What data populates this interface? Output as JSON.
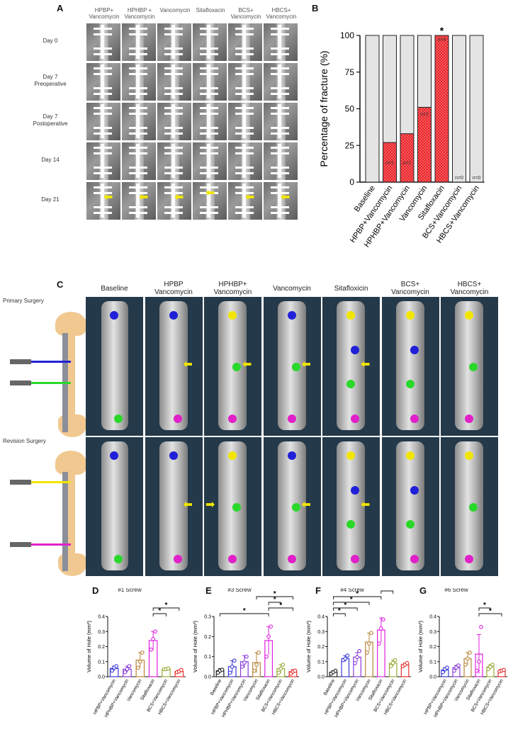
{
  "panels": {
    "A": "A",
    "B": "B",
    "C": "C",
    "D": "D",
    "E": "E",
    "F": "F",
    "G": "G"
  },
  "panelA": {
    "columns": [
      "HPBP+\nVancomycin",
      "HPHBP +\nVancomycin",
      "Vancomycin",
      "Sitafloxacin",
      "BCS+\nVancomycin",
      "HBCS+\nVancomycin"
    ],
    "rows": [
      "Day 0",
      "Day 7\nPreoperative",
      "Day 7\nPostoperative",
      "Day 14",
      "Day 21"
    ]
  },
  "panelC": {
    "columns": [
      "Baseline",
      "HPBP\nVancomycin",
      "HPHBP+\nVancomycin",
      "Vancomycin",
      "Sitafloxicin",
      "BCS+\nVancomycin",
      "HBCS+\nVancomycin"
    ],
    "primary_label": "Primary Surgery",
    "revision_label": "Revision Surgery"
  },
  "colors": {
    "red": "#e8202a",
    "grey": "#e4e4e4",
    "yellow": "#f2e600",
    "green": "#2ad82a",
    "blue": "#2020d8",
    "magenta": "#e020c8"
  },
  "chart_data": [
    {
      "panel": "B",
      "type": "bar",
      "stacked": true,
      "ylabel": "Percentage of fracture (%)",
      "ylim": [
        0,
        100
      ],
      "yticks": [
        0,
        25,
        50,
        75,
        100
      ],
      "categories": [
        "Baseline",
        "HPBP+Vancomycin",
        "HPHBP+Vancomycin",
        "Vancomycin",
        "Sitafloxacin",
        "BCS+Vancomycin",
        "HBCS+Vancomycin"
      ],
      "values": [
        0,
        27,
        33,
        51,
        100,
        0,
        0
      ],
      "n_labels": [
        "",
        "n=1",
        "n=1",
        "n=2",
        "n=4",
        "n=0",
        "n=0"
      ],
      "annotations": [
        {
          "category": "Sitafloxacin",
          "text": "*"
        }
      ]
    },
    {
      "panel": "D",
      "type": "bar",
      "title": "#1 Screw",
      "ylabel": "Volume of Hole (mm³)",
      "ylim": [
        0,
        0.4
      ],
      "yticks": [
        0.0,
        0.1,
        0.2,
        0.3,
        0.4
      ],
      "categories": [
        "HPBP+Vancomycin",
        "HPHBP+Vancomycin",
        "Vancomycin",
        "Sitafloxacin",
        "BCS+Vancomycin",
        "HBCS+Vancomycin"
      ],
      "values": [
        0.055,
        0.05,
        0.11,
        0.24,
        0.05,
        0.035
      ],
      "errors": [
        0.015,
        0.02,
        0.05,
        0.06,
        0.008,
        0.008
      ],
      "points": [
        [
          0.04,
          0.06,
          0.07
        ],
        [
          0.03,
          0.05,
          0.07
        ],
        [
          0.06,
          0.1,
          0.16
        ],
        [
          0.18,
          0.25,
          0.3
        ],
        [
          0.05,
          0.05,
          0.055
        ],
        [
          0.03,
          0.035,
          0.045
        ]
      ],
      "colors": [
        "#3a3ad8",
        "#8a3ad8",
        "#b8863a",
        "#e020e0",
        "#9aaa3a",
        "#e83030"
      ],
      "brackets": [
        [
          "Sitafloxacin",
          "BCS+Vancomycin"
        ],
        [
          "Sitafloxacin",
          "HBCS+Vancomycin"
        ]
      ]
    },
    {
      "panel": "E",
      "type": "bar",
      "title": "#3 Screw",
      "ylabel": "Volume of Hole (mm³)",
      "ylim": [
        0,
        0.3
      ],
      "yticks": [
        0.0,
        0.1,
        0.2,
        0.3
      ],
      "categories": [
        "Baseline",
        "HPBP+Vancomycin",
        "HPHBP+Vancomycin",
        "Vancomycin",
        "Sitafloxacin",
        "BCS+Vancomycin",
        "HBCS+Vancomycin"
      ],
      "values": [
        0.03,
        0.05,
        0.075,
        0.07,
        0.18,
        0.04,
        0.025
      ],
      "errors": [
        0.01,
        0.03,
        0.03,
        0.05,
        0.07,
        0.02,
        0.01
      ],
      "points": [
        [
          0.02,
          0.03,
          0.035
        ],
        [
          0.02,
          0.05,
          0.08
        ],
        [
          0.05,
          0.07,
          0.1
        ],
        [
          0.03,
          0.06,
          0.12
        ],
        [
          0.1,
          0.2,
          0.25
        ],
        [
          0.02,
          0.04,
          0.06
        ],
        [
          0.015,
          0.025,
          0.03
        ]
      ],
      "colors": [
        "#222222",
        "#3a3ad8",
        "#8a3ad8",
        "#b8863a",
        "#e020e0",
        "#9aaa3a",
        "#e83030"
      ],
      "brackets": [
        [
          "Baseline",
          "Sitafloxacin"
        ],
        [
          "Sitafloxacin",
          "HBCS+Vancomycin"
        ],
        [
          "Sitafloxacin",
          "BCS+Vancomycin"
        ],
        [
          "Vancomycin",
          "HBCS+Vancomycin"
        ]
      ]
    },
    {
      "panel": "F",
      "type": "bar",
      "title": "#4 Screw",
      "ylabel": "Volume of Hole (mm³)",
      "ylim": [
        0,
        0.4
      ],
      "yticks": [
        0.0,
        0.1,
        0.2,
        0.3,
        0.4
      ],
      "categories": [
        "Baseline",
        "HPBP+Vancomycin",
        "HPHBP+Vancomycin",
        "Vancomycin",
        "Sitafloxacin",
        "BCS+Vancomycin",
        "HBCS+Vancomycin"
      ],
      "values": [
        0.03,
        0.12,
        0.13,
        0.23,
        0.31,
        0.09,
        0.08
      ],
      "errors": [
        0.01,
        0.02,
        0.03,
        0.06,
        0.08,
        0.02,
        0.01
      ],
      "points": [
        [
          0.02,
          0.03,
          0.04
        ],
        [
          0.11,
          0.12,
          0.14
        ],
        [
          0.09,
          0.13,
          0.17
        ],
        [
          0.16,
          0.22,
          0.29
        ],
        [
          0.22,
          0.32,
          0.38
        ],
        [
          0.07,
          0.09,
          0.11
        ],
        [
          0.07,
          0.08,
          0.09
        ]
      ],
      "colors": [
        "#222222",
        "#3a3ad8",
        "#8a3ad8",
        "#b8863a",
        "#e020e0",
        "#9aaa3a",
        "#e83030"
      ],
      "brackets": [
        [
          "Baseline",
          "HPBP+Vancomycin"
        ],
        [
          "Baseline",
          "HPHBP+Vancomycin"
        ],
        [
          "Baseline",
          "Vancomycin"
        ],
        [
          "Baseline",
          "Sitafloxacin"
        ],
        [
          "Sitafloxacin",
          "BCS+Vancomycin"
        ],
        [
          "Sitafloxacin",
          "HBCS+Vancomycin"
        ]
      ]
    },
    {
      "panel": "G",
      "type": "bar",
      "title": "#6 Screw",
      "ylabel": "Volume of Hole (mm³)",
      "ylim": [
        0,
        0.4
      ],
      "yticks": [
        0.0,
        0.1,
        0.2,
        0.3,
        0.4
      ],
      "categories": [
        "HPBP+Vancomycin",
        "HPHBP+Vancomycin",
        "Vancomycin",
        "Sitafloxacin",
        "BCS+Vancomycin",
        "HBCS+Vancomycin"
      ],
      "values": [
        0.045,
        0.06,
        0.12,
        0.15,
        0.065,
        0.04
      ],
      "errors": [
        0.015,
        0.015,
        0.04,
        0.13,
        0.015,
        0.008
      ],
      "points": [
        [
          0.03,
          0.05,
          0.06
        ],
        [
          0.04,
          0.06,
          0.075
        ],
        [
          0.08,
          0.12,
          0.16
        ],
        [
          0.04,
          0.1,
          0.33
        ],
        [
          0.05,
          0.065,
          0.08
        ],
        [
          0.035,
          0.04,
          0.045
        ]
      ],
      "colors": [
        "#3a3ad8",
        "#8a3ad8",
        "#b8863a",
        "#e020e0",
        "#9aaa3a",
        "#e83030"
      ],
      "brackets": [
        [
          "Sitafloxacin",
          "HBCS+Vancomycin"
        ],
        [
          "Sitafloxacin",
          "BCS+Vancomycin"
        ]
      ]
    }
  ]
}
